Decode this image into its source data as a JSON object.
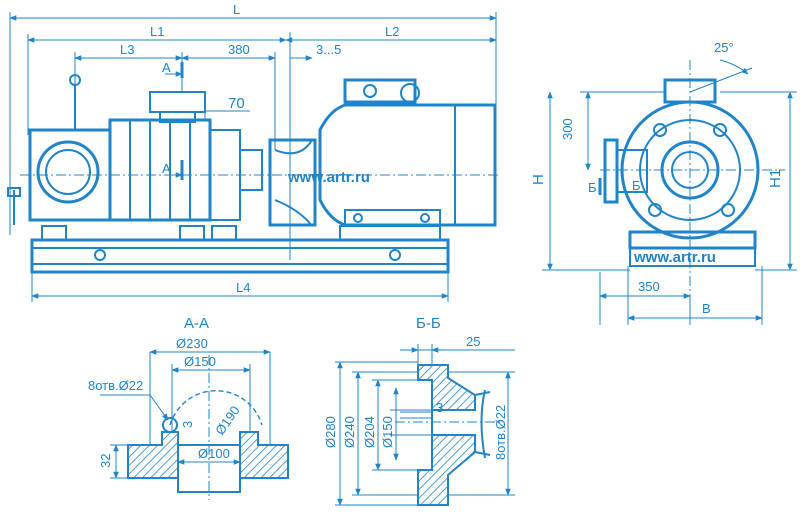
{
  "colors": {
    "line": "#1f84c8",
    "background": "#ffffff"
  },
  "watermark": "www.artr.ru",
  "front_view": {
    "dim_L": "L",
    "dim_L1": "L1",
    "dim_L2": "L2",
    "dim_L3": "L3",
    "dim_L4": "L4",
    "dim_380": "380",
    "dim_gap": "3...5",
    "dim_70": "70",
    "section_mark": "А"
  },
  "side_view": {
    "angle": "25°",
    "dim_300": "300",
    "dim_H": "H",
    "dim_H1": "H1",
    "dim_350": "350",
    "dim_B": "B",
    "section_mark": "Б"
  },
  "section_aa": {
    "title": "А-А",
    "d230": "Ø230",
    "d150": "Ø150",
    "holes": "8отв.Ø22",
    "d190": "Ø190",
    "d100": "Ø100",
    "dim_3": "3",
    "dim_32": "32"
  },
  "section_bb": {
    "title": "Б-Б",
    "dim_25": "25",
    "dim_3": "3",
    "d280": "Ø280",
    "d240": "Ø240",
    "d204": "Ø204",
    "d150": "Ø150",
    "holes": "8отв.Ø22"
  }
}
